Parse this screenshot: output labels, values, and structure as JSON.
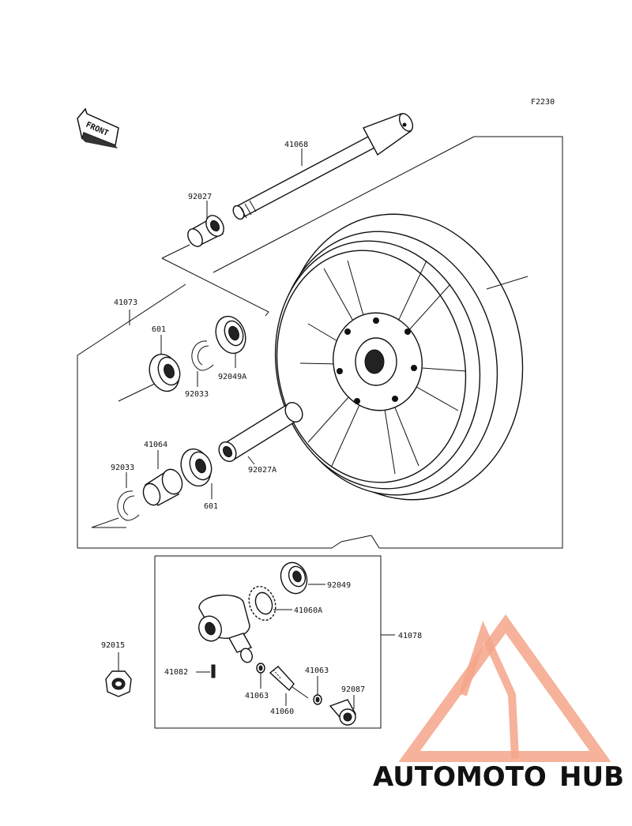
{
  "figure_code": "F2230",
  "front_label": "FRONT",
  "parts": {
    "p41068": "41068",
    "p92027": "92027",
    "p41073": "41073",
    "p601a": "601",
    "p92049A": "92049A",
    "p92033a": "92033",
    "p41064": "41064",
    "p92033b": "92033",
    "p601b": "601",
    "p92027A": "92027A",
    "p92049": "92049",
    "p41060A": "41060A",
    "p41078": "41078",
    "p92015": "92015",
    "p41082": "41082",
    "p41063a": "41063",
    "p41063b": "41063",
    "p92087": "92087",
    "p41060": "41060"
  },
  "watermark": {
    "part1": "AUTOMOTO",
    "part2": "HUB",
    "color_primary": "#f4a58a",
    "color_secondary": "#8c8c8c"
  }
}
